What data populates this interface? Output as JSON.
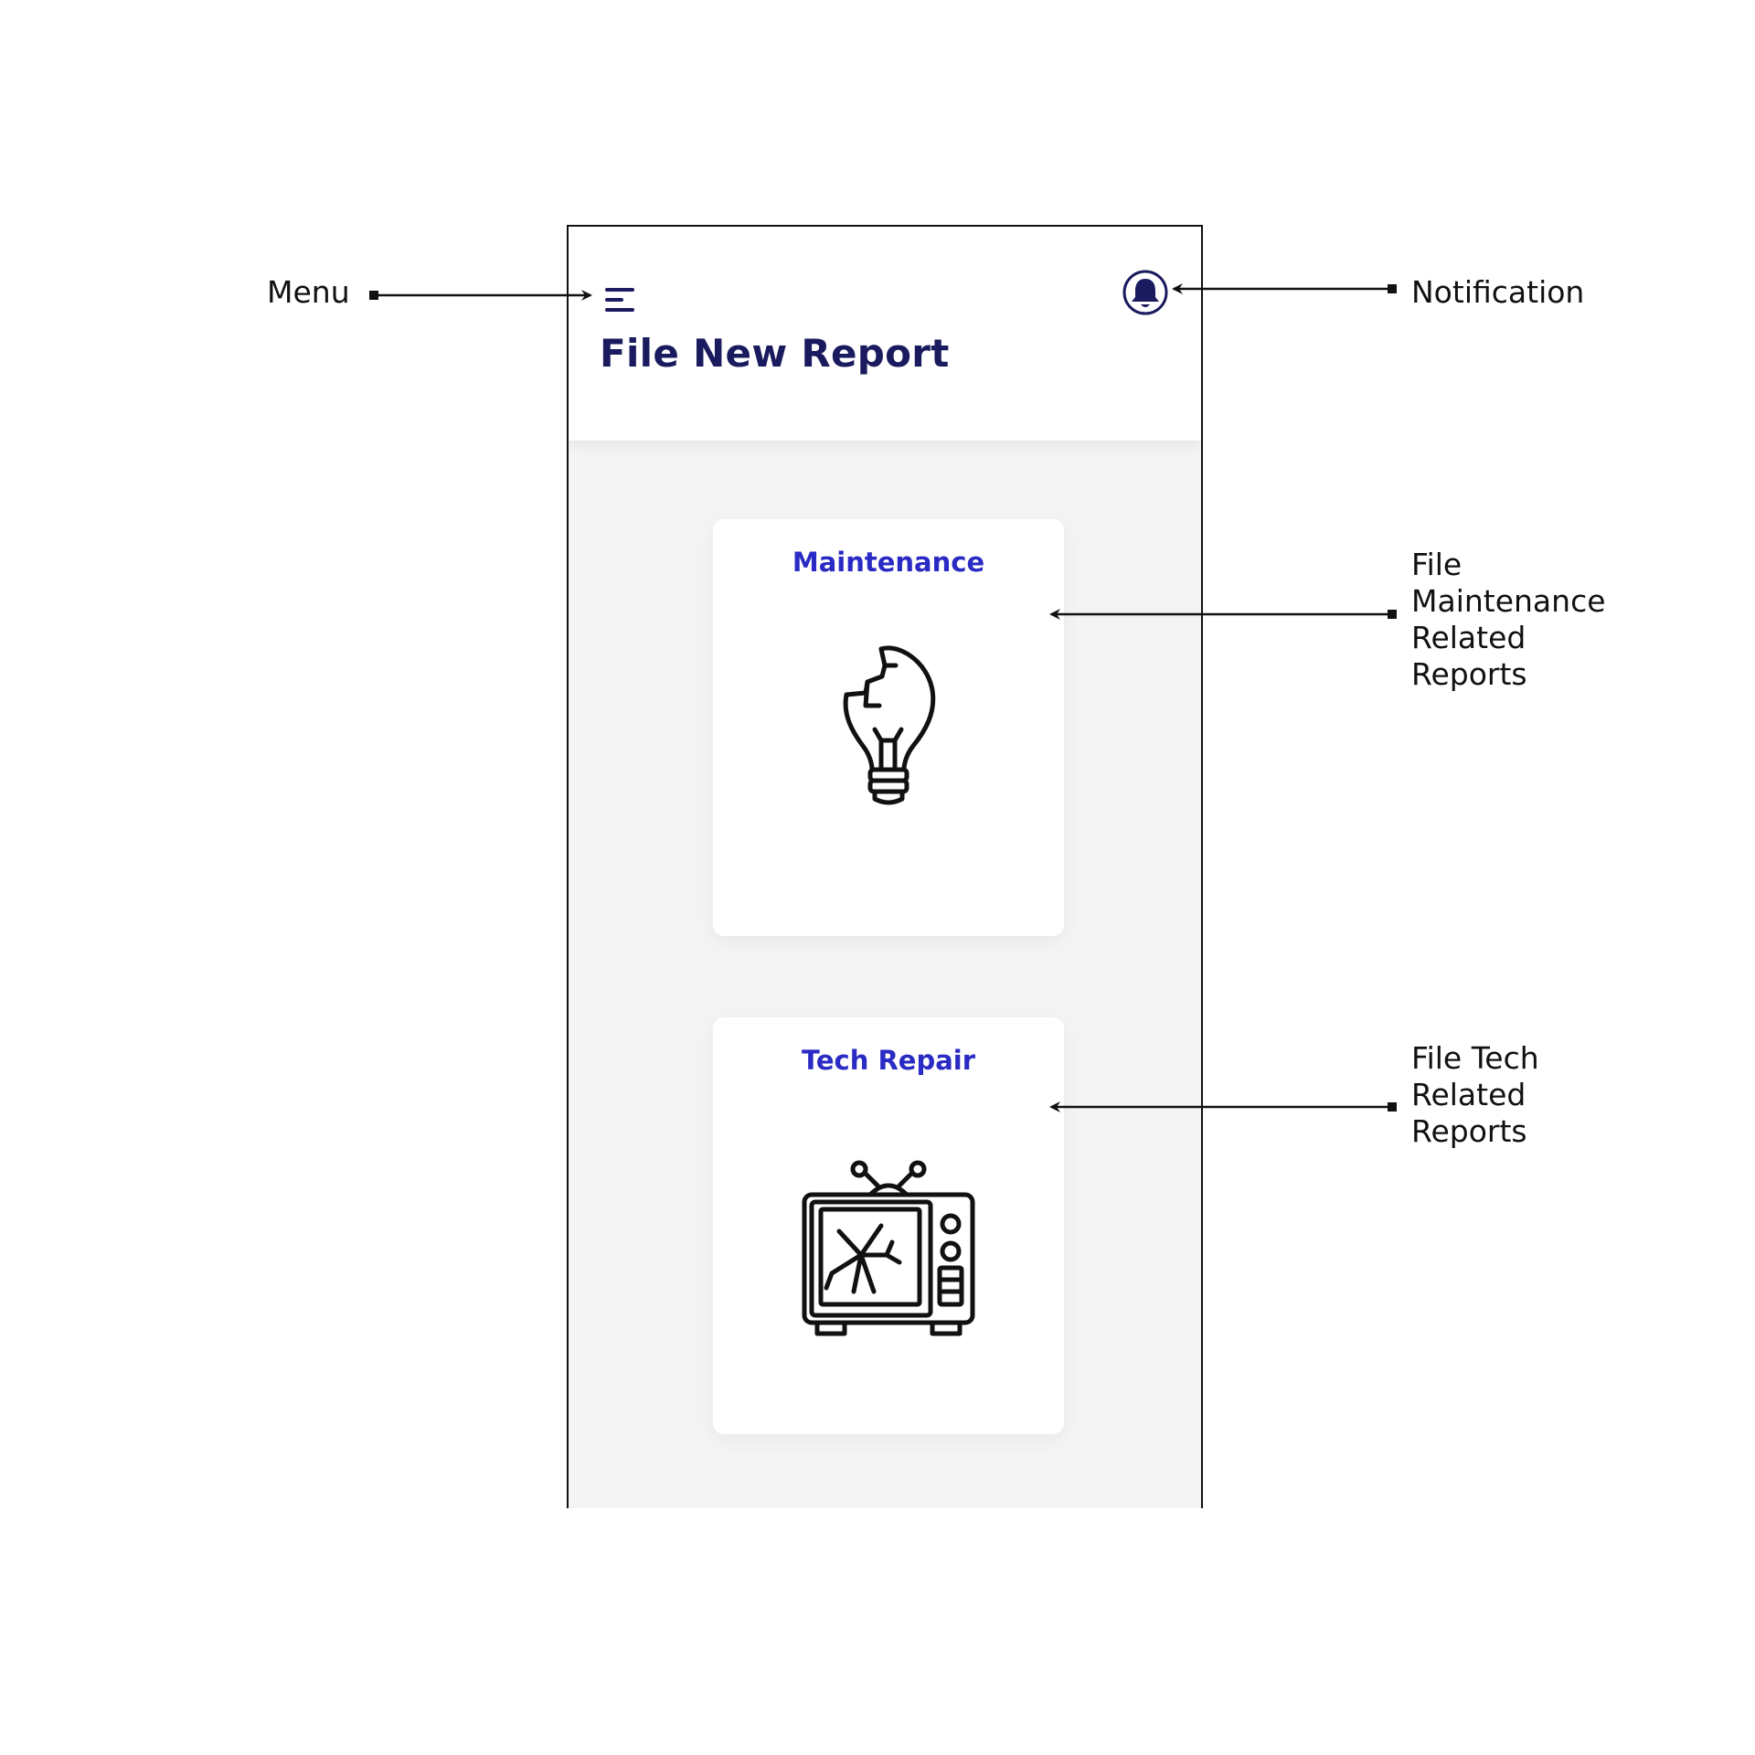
{
  "header": {
    "title": "File New Report",
    "menu_icon": "hamburger-menu-icon",
    "notification_icon": "bell-icon"
  },
  "cards": [
    {
      "label": "Maintenance",
      "icon": "broken-lightbulb-icon"
    },
    {
      "label": "Tech Repair",
      "icon": "broken-tv-icon"
    }
  ],
  "annotations": {
    "menu": "Menu",
    "notification": "Notification",
    "maintenance": [
      "File",
      "Maintenance",
      "Related",
      "Reports"
    ],
    "tech": [
      "File Tech",
      "Related",
      "Reports"
    ]
  },
  "colors": {
    "title": "#1a1a5e",
    "card_label": "#2a2ac4",
    "background": "#f4f4f4",
    "icon": "#1a1a5e"
  }
}
